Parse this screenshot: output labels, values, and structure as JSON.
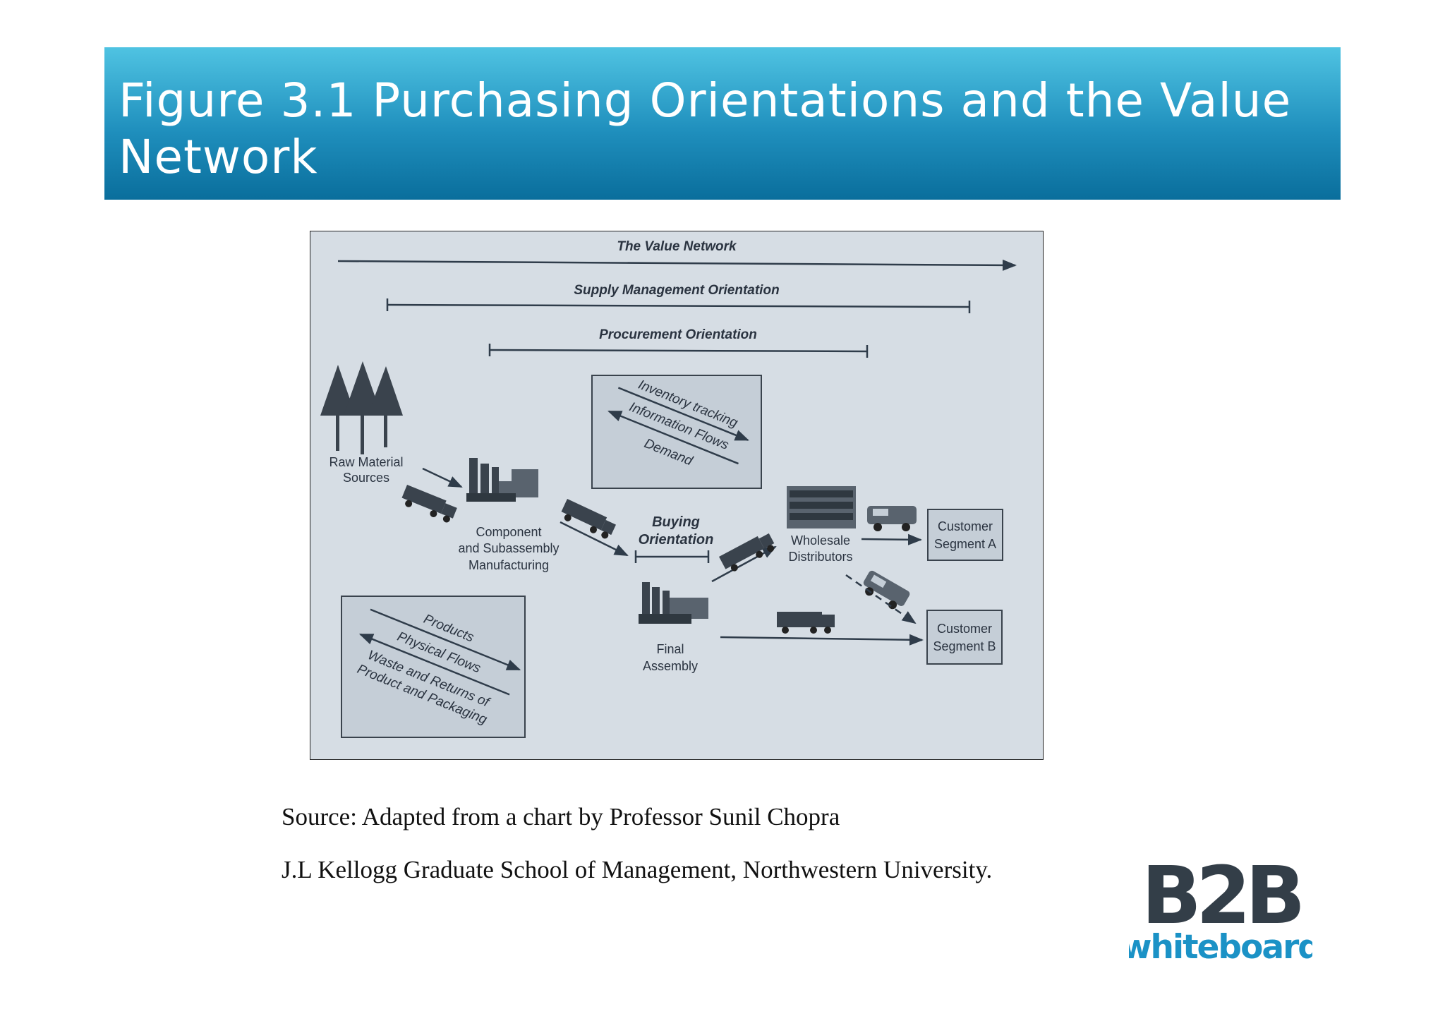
{
  "slide": {
    "title": "Figure 3.1 Purchasing Orientations and the Value Network"
  },
  "figure": {
    "value_network": "The Value Network",
    "supply_orientation": "Supply Management Orientation",
    "procurement_orientation": "Procurement Orientation",
    "buying_orientation": {
      "line1": "Buying",
      "line2": "Orientation"
    },
    "raw_material": {
      "line1": "Raw Material",
      "line2": "Sources"
    },
    "component": {
      "line1": "Component",
      "line2": "and Subassembly",
      "line3": "Manufacturing"
    },
    "wholesale": {
      "line1": "Wholesale",
      "line2": "Distributors"
    },
    "final_assembly": {
      "line1": "Final",
      "line2": "Assembly"
    },
    "customer_a": {
      "line1": "Customer",
      "line2": "Segment A"
    },
    "customer_b": {
      "line1": "Customer",
      "line2": "Segment B"
    },
    "info_box": {
      "line1": "Inventory tracking",
      "line2": "Information Flows",
      "line3": "Demand"
    },
    "physical_box": {
      "line1": "Products",
      "line2": "Physical Flows",
      "line3": "Waste and Returns of",
      "line4": "Product and Packaging"
    }
  },
  "source": {
    "line1": "Source:  Adapted from a chart by Professor Sunil Chopra",
    "line2": "J.L Kellogg Graduate School of  Management, Northwestern University."
  },
  "logo": {
    "top": "B2B",
    "bottom": "whiteboard"
  },
  "colors": {
    "title_bar_top": "#4fc3e2",
    "title_bar_bottom": "#0a6e9c",
    "figure_bg": "#d6dde4",
    "logo_dark": "#333e48",
    "logo_blue": "#1b92c6"
  }
}
